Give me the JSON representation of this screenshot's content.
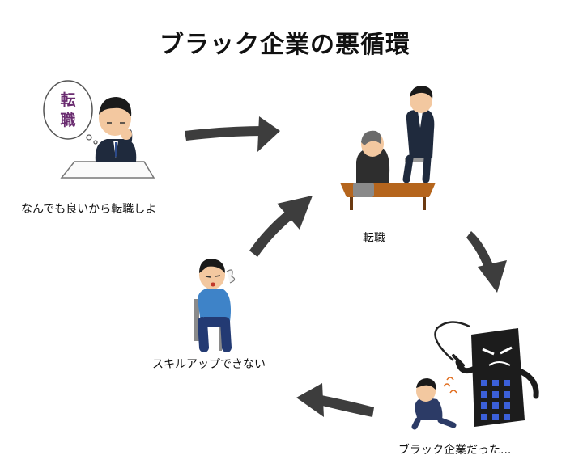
{
  "title": "ブラック企業の悪循環",
  "thought_bubble_text": "転職",
  "steps": [
    {
      "id": "desire",
      "caption": "なんでも良いから転職しよ"
    },
    {
      "id": "interview",
      "caption": "転職"
    },
    {
      "id": "black",
      "caption": "ブラック企業だった..."
    },
    {
      "id": "noskill",
      "caption": "スキルアップできない"
    }
  ],
  "colors": {
    "arrow": "#3d3d3d",
    "suit": "#1f2a3d",
    "skin": "#f3c8a0",
    "hair": "#1a1a1a",
    "table": "#b5651d",
    "blue_shirt": "#3e83c8",
    "jeans": "#233a73",
    "bubble_text": "#6a2c70",
    "building": "#1c1c1c",
    "building_window": "#3b5fd8"
  }
}
